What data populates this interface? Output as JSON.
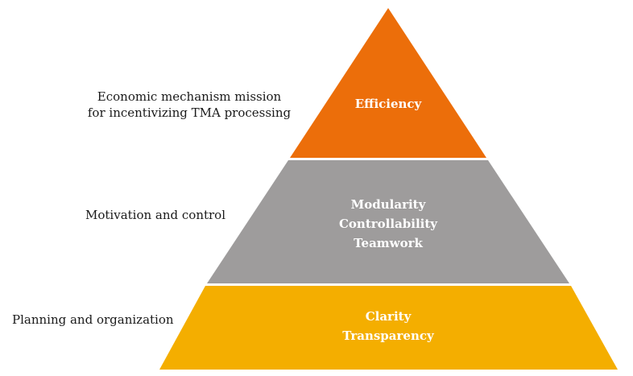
{
  "diagram": {
    "colors": {
      "top": "#ec6e0a",
      "middle": "#9e9c9c",
      "bottom": "#f4ae00",
      "separator": "#ffffff"
    },
    "tiers": [
      {
        "id": "top",
        "side_label": [
          "Economic mechanism mission",
          "for incentivizing TMA processing"
        ],
        "items": [
          "Efficiency"
        ]
      },
      {
        "id": "middle",
        "side_label": [
          "Motivation and control"
        ],
        "items": [
          "Modularity",
          "Controllability",
          "Teamwork"
        ]
      },
      {
        "id": "bottom",
        "side_label": [
          "Planning and organization"
        ],
        "items": [
          "Clarity",
          "Transparency"
        ]
      }
    ]
  }
}
